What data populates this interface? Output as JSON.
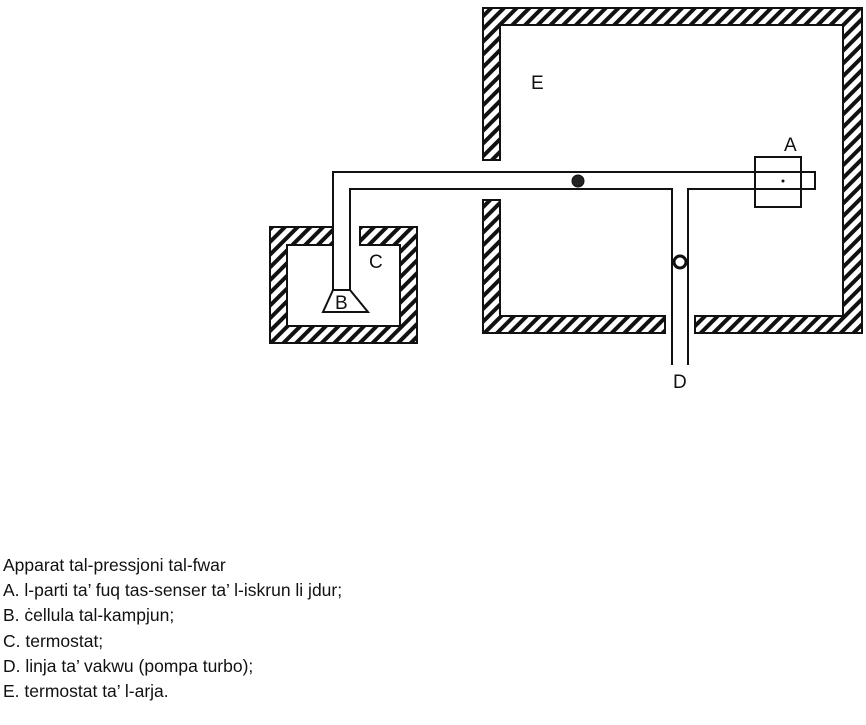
{
  "diagram": {
    "labels": {
      "A": "A",
      "B": "B",
      "C": "C",
      "D": "D",
      "E": "E"
    }
  },
  "caption": {
    "title": "Apparat tal-pressjoni tal-fwar",
    "items": [
      "A. l-parti ta’ fuq tas-senser ta’ l-iskrun li jdur;",
      "B. ċellula tal-kampjun;",
      "C. termostat;",
      "D. linja ta’ vakwu (pompa turbo);",
      "E. termostat ta’ l-arja."
    ]
  }
}
